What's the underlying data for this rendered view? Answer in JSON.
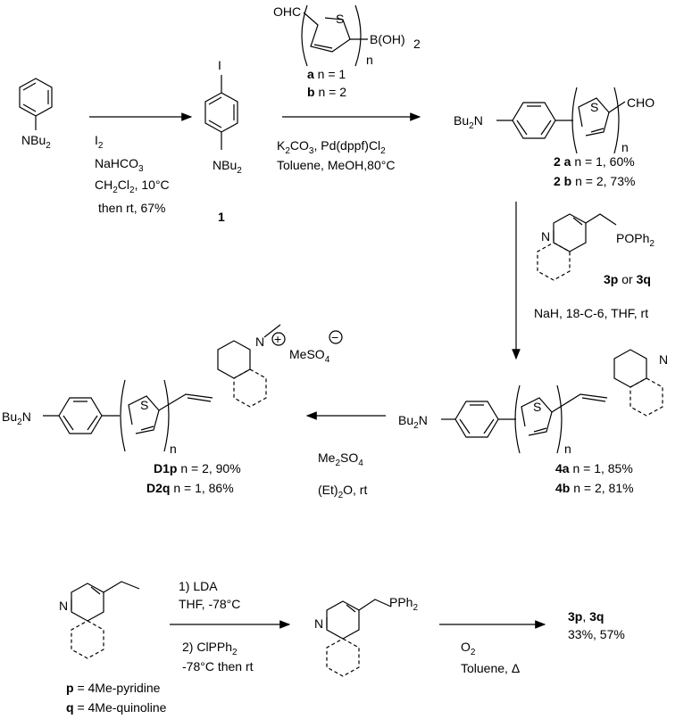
{
  "reagent_boronic": {
    "cho": "OHC",
    "s": "S",
    "boh": "B(OH)",
    "boh_sub": "2",
    "n": "n",
    "a_bold": "a",
    "a_rest": " n = 1",
    "b_bold": "b",
    "b_rest": " n = 2"
  },
  "start_amine": {
    "label": "NBu",
    "sub": "2"
  },
  "step1": {
    "l1": "I",
    "l1_sub": "2",
    "l2": "NaHCO",
    "l2_sub": "3",
    "l3a": "CH",
    "l3b": "Cl",
    "l3c": ", 10°C",
    "sub2": "2",
    "l4": "then rt, 67%"
  },
  "iodo": {
    "i": "I",
    "n": "NBu",
    "n_sub": "2",
    "number": "1"
  },
  "step2": {
    "l1a": "K",
    "l1b": "CO",
    "l1c": ", Pd(dppf)Cl",
    "sub2": "2",
    "sub3": "3",
    "l2": "Toluene, MeOH,80°C"
  },
  "aldehyde": {
    "bu": "Bu",
    "bu_sub": "2",
    "n_atom": "N",
    "s": "S",
    "cho": "CHO",
    "n": "n",
    "r1_bold": "2 a",
    "r1_rest": " n = 1, 60%",
    "r2_bold": "2 b",
    "r2_rest": " n = 2, 73%"
  },
  "phosphine_oxide": {
    "n": "N",
    "popH": "POPh",
    "pop_sub": "2",
    "p_bold": "3p",
    "or": " or ",
    "q_bold": "3q"
  },
  "step3": {
    "label": "NaH, 18-C-6, THF,  rt"
  },
  "vinyl": {
    "bu": "Bu",
    "bu_sub": "2",
    "n_atom": "N",
    "s": "S",
    "n": "n",
    "ring_n": "N",
    "r1_bold": "4a",
    "r1_rest": " n = 1, 85%",
    "r2_bold": "4b",
    "r2_rest": " n = 2, 81%"
  },
  "step4": {
    "l1": "Me",
    "l1_sub": "2",
    "l1b": "SO",
    "l1b_sub": "4",
    "l2": "(Et)",
    "l2_sub": "2",
    "l2b": "O, rt"
  },
  "dye": {
    "bu": "Bu",
    "bu_sub": "2",
    "n_atom": "N",
    "s": "S",
    "n": "n",
    "ring_n": "N",
    "plus": "+",
    "mes": "MeSO",
    "mes_sub": "4",
    "minus": "−",
    "r1_bold": "D1p",
    "r1_rest": " n = 2, 90%",
    "r2_bold": "D2q",
    "r2_rest": " n = 1, 86%"
  },
  "lower": {
    "ring_n": "N",
    "step_a1": "1) LDA",
    "step_a2": "THF, -78°C",
    "step_a3": "2) ClPPh",
    "step_a3_sub": "2",
    "step_a4": "-78°C  then  rt",
    "pph": "PPh",
    "pph_sub": "2",
    "ring_n2": "N",
    "ox1": "O",
    "ox1_sub": "2",
    "ox2": "Toluene, Δ",
    "prod_a": "3p",
    "prod_sep": ",  ",
    "prod_b": "3q",
    "yields": "33%, 57%",
    "def_p_bold": "p",
    "def_p_rest": " = 4Me-pyridine",
    "def_q_bold": "q",
    "def_q_rest": " = 4Me-quinoline"
  }
}
